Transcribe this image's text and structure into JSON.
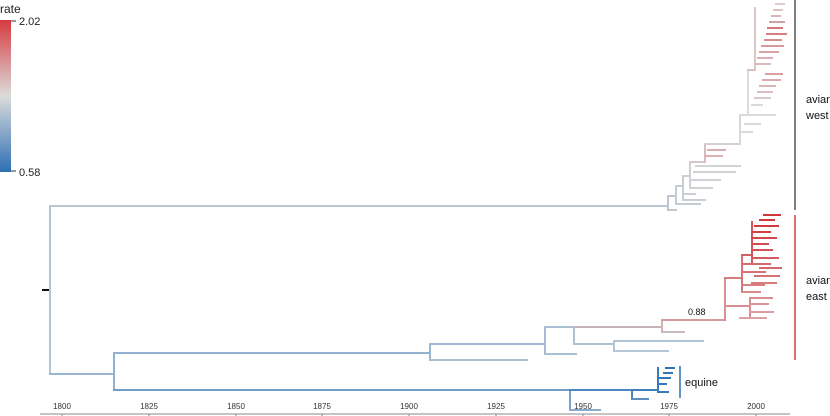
{
  "legend": {
    "title": "rate",
    "max_label": "2.02",
    "min_label": "0.58",
    "max_color": "#d63a3f",
    "mid_color": "#dcdcdc",
    "min_color": "#2c6fb3"
  },
  "axis": {
    "ticks": [
      "1800",
      "1825",
      "1850",
      "1875",
      "1900",
      "1925",
      "1950",
      "1975",
      "2000"
    ]
  },
  "clades": {
    "avian_west": {
      "line1": "avian",
      "line2": "west",
      "bar_color": "#555555"
    },
    "avian_east": {
      "line1": "avian",
      "line2": "east",
      "bar_color": "#d63a3f"
    },
    "equine": {
      "label": "equine",
      "bar_color": "#2c6fb3"
    }
  },
  "node_labels": {
    "support_088": "0.88"
  }
}
